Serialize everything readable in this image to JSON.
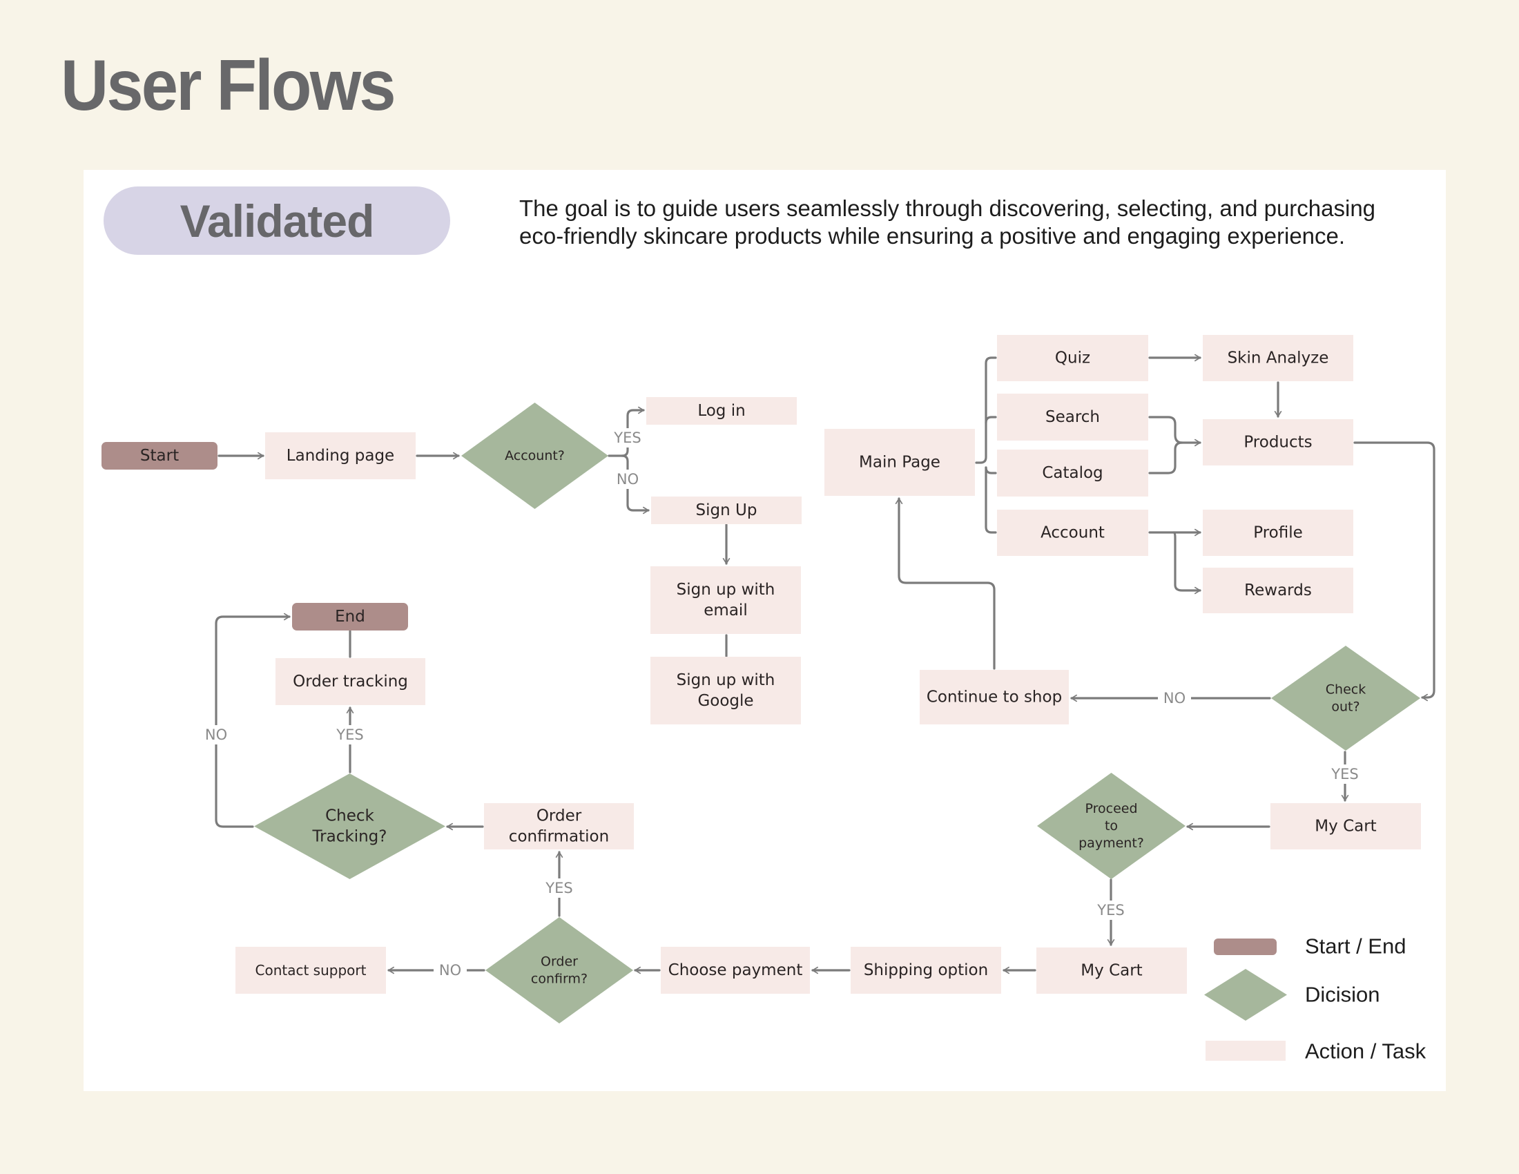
{
  "page": {
    "title": "User Flows",
    "status_badge": "Validated",
    "description_lines": [
      "The goal is to guide users seamlessly through discovering, selecting, and purchasing",
      "eco-friendly skincare products while ensuring a positive and engaging experience."
    ]
  },
  "colors": {
    "background": "#f8f4e8",
    "card": "#ffffff",
    "badge": "#d7d4e6",
    "start_end": "#ad8d8a",
    "decision": "#a6b79c",
    "action": "#f7eae7",
    "connector": "#7b7b7b",
    "branch_label": "#8a8a8a"
  },
  "nodes": {
    "start": {
      "type": "start_end",
      "lines": [
        "Start"
      ]
    },
    "landing_page": {
      "type": "action",
      "lines": [
        "Landing page"
      ]
    },
    "account_q": {
      "type": "decision",
      "lines": [
        "Account?"
      ]
    },
    "log_in": {
      "type": "action",
      "lines": [
        "Log in"
      ]
    },
    "sign_up": {
      "type": "action",
      "lines": [
        "Sign Up"
      ]
    },
    "sign_up_email": {
      "type": "action",
      "lines": [
        "Sign up with",
        "email"
      ]
    },
    "sign_up_google": {
      "type": "action",
      "lines": [
        "Sign up with",
        "Google"
      ]
    },
    "main_page": {
      "type": "action",
      "lines": [
        "Main Page"
      ]
    },
    "quiz": {
      "type": "action",
      "lines": [
        "Quiz"
      ]
    },
    "search": {
      "type": "action",
      "lines": [
        "Search"
      ]
    },
    "catalog": {
      "type": "action",
      "lines": [
        "Catalog"
      ]
    },
    "account": {
      "type": "action",
      "lines": [
        "Account"
      ]
    },
    "skin_analyze": {
      "type": "action",
      "lines": [
        "Skin Analyze"
      ]
    },
    "products": {
      "type": "action",
      "lines": [
        "Products"
      ]
    },
    "profile": {
      "type": "action",
      "lines": [
        "Profile"
      ]
    },
    "rewards": {
      "type": "action",
      "lines": [
        "Rewards"
      ]
    },
    "check_out_q": {
      "type": "decision",
      "lines": [
        "Check",
        "out?"
      ]
    },
    "continue_shop": {
      "type": "action",
      "lines": [
        "Continue to shop"
      ]
    },
    "my_cart_1": {
      "type": "action",
      "lines": [
        "My Cart"
      ]
    },
    "proceed_q": {
      "type": "decision",
      "lines": [
        "Proceed",
        "to",
        "payment?"
      ]
    },
    "my_cart_2": {
      "type": "action",
      "lines": [
        "My Cart"
      ]
    },
    "shipping_option": {
      "type": "action",
      "lines": [
        "Shipping option"
      ]
    },
    "choose_payment": {
      "type": "action",
      "lines": [
        "Choose payment"
      ]
    },
    "order_confirm_q": {
      "type": "decision",
      "lines": [
        "Order",
        "confirm?"
      ]
    },
    "contact_support": {
      "type": "action",
      "lines": [
        "Contact support"
      ]
    },
    "order_confirmation": {
      "type": "action",
      "lines": [
        "Order",
        "confirmation"
      ]
    },
    "check_tracking_q": {
      "type": "decision",
      "lines": [
        "Check",
        "Tracking?"
      ]
    },
    "order_tracking": {
      "type": "action",
      "lines": [
        "Order tracking"
      ]
    },
    "end": {
      "type": "start_end",
      "lines": [
        "End"
      ]
    }
  },
  "edges": [
    {
      "from": "start",
      "to": "landing_page"
    },
    {
      "from": "landing_page",
      "to": "account_q"
    },
    {
      "from": "account_q",
      "to": "log_in",
      "label": "YES"
    },
    {
      "from": "account_q",
      "to": "sign_up",
      "label": "NO"
    },
    {
      "from": "sign_up",
      "to": "sign_up_email"
    },
    {
      "from": "sign_up_email",
      "to": "sign_up_google"
    },
    {
      "from": "main_page",
      "to": "quiz"
    },
    {
      "from": "main_page",
      "to": "search"
    },
    {
      "from": "main_page",
      "to": "catalog"
    },
    {
      "from": "main_page",
      "to": "account"
    },
    {
      "from": "quiz",
      "to": "skin_analyze"
    },
    {
      "from": "skin_analyze",
      "to": "products"
    },
    {
      "from": "search",
      "to": "products"
    },
    {
      "from": "catalog",
      "to": "products"
    },
    {
      "from": "account",
      "to": "profile"
    },
    {
      "from": "account",
      "to": "rewards"
    },
    {
      "from": "products",
      "to": "check_out_q"
    },
    {
      "from": "check_out_q",
      "to": "continue_shop",
      "label": "NO"
    },
    {
      "from": "continue_shop",
      "to": "main_page"
    },
    {
      "from": "check_out_q",
      "to": "my_cart_1",
      "label": "YES"
    },
    {
      "from": "my_cart_1",
      "to": "proceed_q"
    },
    {
      "from": "proceed_q",
      "to": "my_cart_2",
      "label": "YES"
    },
    {
      "from": "my_cart_2",
      "to": "shipping_option"
    },
    {
      "from": "shipping_option",
      "to": "choose_payment"
    },
    {
      "from": "choose_payment",
      "to": "order_confirm_q"
    },
    {
      "from": "order_confirm_q",
      "to": "contact_support",
      "label": "NO"
    },
    {
      "from": "order_confirm_q",
      "to": "order_confirmation",
      "label": "YES"
    },
    {
      "from": "order_confirmation",
      "to": "check_tracking_q"
    },
    {
      "from": "check_tracking_q",
      "to": "order_tracking",
      "label": "YES"
    },
    {
      "from": "check_tracking_q",
      "to": "end",
      "label": "NO"
    },
    {
      "from": "order_tracking",
      "to": "end"
    }
  ],
  "legend": [
    {
      "shape": "start_end",
      "label": "Start / End"
    },
    {
      "shape": "decision",
      "label": "Dicision"
    },
    {
      "shape": "action",
      "label": "Action / Task"
    }
  ]
}
